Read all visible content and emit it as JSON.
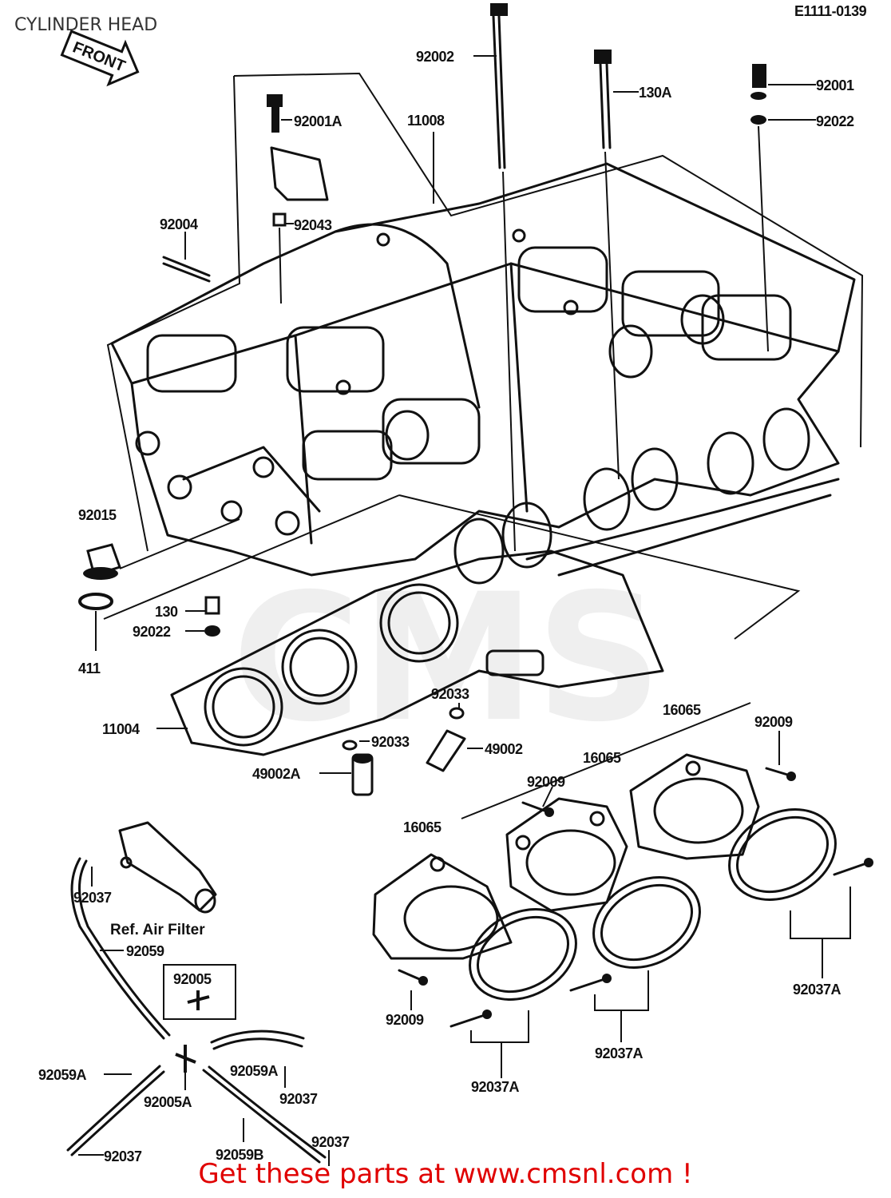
{
  "title": "CYLINDER HEAD",
  "code": "E1111-0139",
  "front_label": "FRONT",
  "ref_air_filter": "Ref. Air Filter",
  "footer": "Get these parts at www.cmsnl.com !",
  "watermark": "CMS",
  "parts": {
    "p92002": "92002",
    "p130A": "130A",
    "p92001": "92001",
    "p92022_top": "92022",
    "p92001A": "92001A",
    "p11008": "11008",
    "p92043": "92043",
    "p92004": "92004",
    "p92015": "92015",
    "p130": "130",
    "p92022": "92022",
    "p411": "411",
    "p11004": "11004",
    "p92033_a": "92033",
    "p92033_b": "92033",
    "p49002": "49002",
    "p49002A": "49002A",
    "p16065_a": "16065",
    "p16065_b": "16065",
    "p16065_c": "16065",
    "p92009_a": "92009",
    "p92009_b": "92009",
    "p92009_c": "92009",
    "p92037_a": "92037",
    "p92059": "92059",
    "p92005": "92005",
    "p92059A_l": "92059A",
    "p92059A_r": "92059A",
    "p92005A": "92005A",
    "p92037_b": "92037",
    "p92037_c": "92037",
    "p92059B": "92059B",
    "p92037_d": "92037",
    "p92037A_a": "92037A",
    "p92037A_b": "92037A",
    "p92037A_c": "92037A"
  }
}
